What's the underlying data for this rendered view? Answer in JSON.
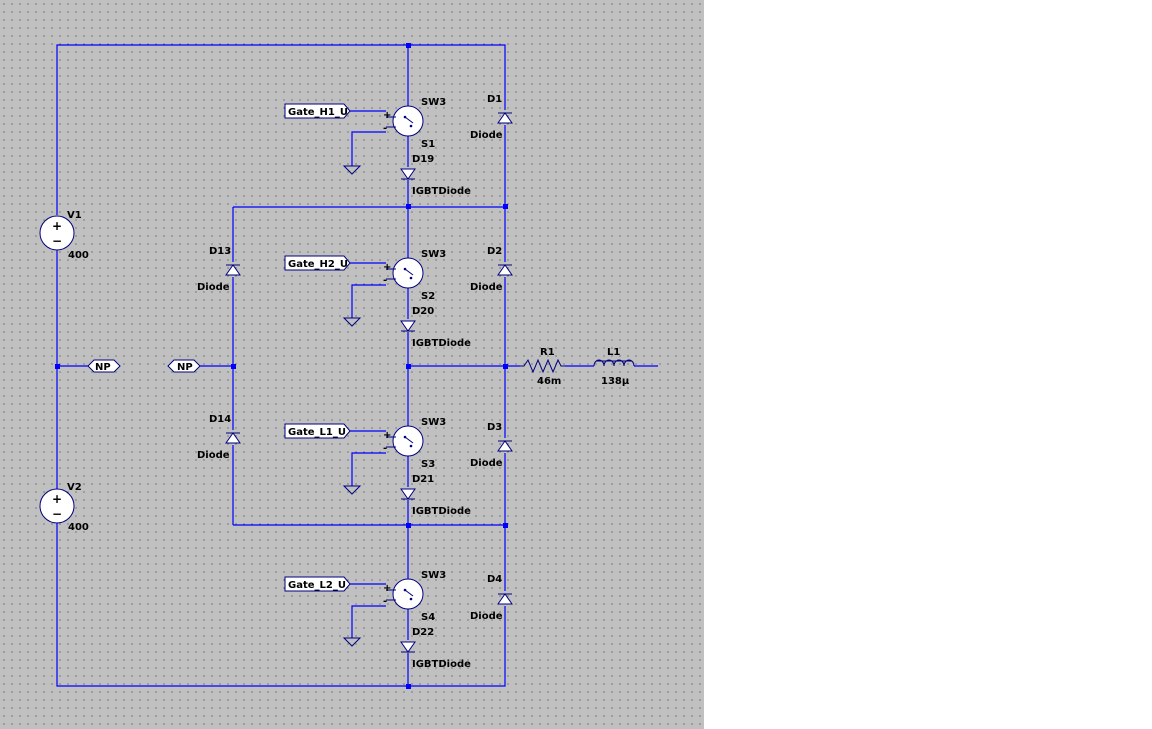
{
  "schematic": {
    "sources": [
      {
        "name": "V1",
        "value": "400"
      },
      {
        "name": "V2",
        "value": "400"
      }
    ],
    "net_flags": {
      "left": "NP",
      "middle": "NP"
    },
    "switches": [
      {
        "name": "S1",
        "model": "SW3",
        "gate": "Gate_H1_U",
        "diode": "D19",
        "diode_model": "IGBTDiode"
      },
      {
        "name": "S2",
        "model": "SW3",
        "gate": "Gate_H2_U",
        "diode": "D20",
        "diode_model": "IGBTDiode"
      },
      {
        "name": "S3",
        "model": "SW3",
        "gate": "Gate_L1_U",
        "diode": "D21",
        "diode_model": "IGBTDiode"
      },
      {
        "name": "S4",
        "model": "SW3",
        "gate": "Gate_L2_U",
        "diode": "D22",
        "diode_model": "IGBTDiode"
      }
    ],
    "right_diodes": [
      {
        "name": "D1",
        "model": "Diode"
      },
      {
        "name": "D2",
        "model": "Diode"
      },
      {
        "name": "D3",
        "model": "Diode"
      },
      {
        "name": "D4",
        "model": "Diode"
      }
    ],
    "clamp_diodes": [
      {
        "name": "D13",
        "model": "Diode"
      },
      {
        "name": "D14",
        "model": "Diode"
      }
    ],
    "resistor": {
      "name": "R1",
      "value": "46m"
    },
    "inductor": {
      "name": "L1",
      "value": "138µ"
    },
    "switch_pin_plus": "+",
    "switch_pin_minus": "-",
    "source_plus": "+",
    "source_minus": "−",
    "colors": {
      "wire": "#0000ff",
      "component": "#000080",
      "background": "#c0c0c0"
    }
  }
}
